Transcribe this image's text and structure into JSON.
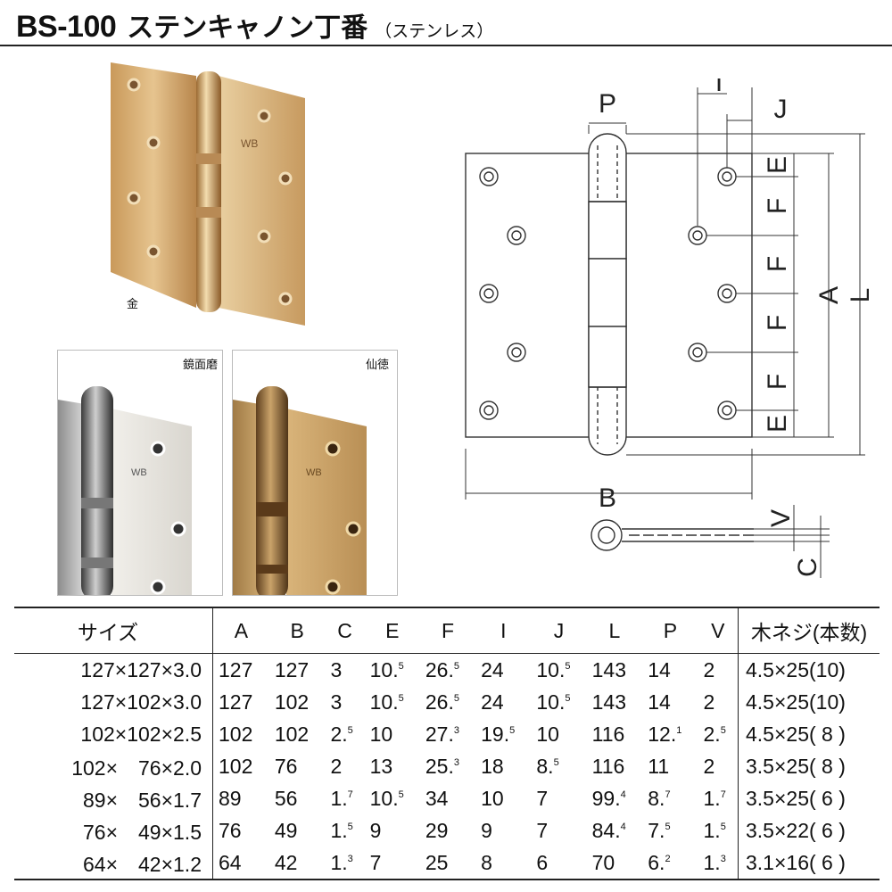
{
  "header": {
    "model": "BS-100",
    "name": "ステンキャノン丁番",
    "material": "（ステンレス）"
  },
  "photos": {
    "gold_label": "金",
    "mirror_label": "鏡面磨",
    "sentoku_label": "仙徳",
    "leaf_mark": "WB"
  },
  "drawing_labels": {
    "P": "P",
    "I": "I",
    "J": "J",
    "E": "E",
    "F": "F",
    "A": "A",
    "L": "L",
    "B": "B",
    "V": "V",
    "C": "C"
  },
  "table": {
    "headers": [
      "サイズ",
      "A",
      "B",
      "C",
      "E",
      "F",
      "I",
      "J",
      "L",
      "P",
      "V",
      "木ネジ(本数)"
    ],
    "rows": [
      [
        "127×127×3.0",
        "127",
        "127",
        "3",
        "10.5",
        "26.5",
        "24",
        "10.5",
        "143",
        "14",
        "2",
        "4.5×25(10)"
      ],
      [
        "127×102×3.0",
        "127",
        "102",
        "3",
        "10.5",
        "26.5",
        "24",
        "10.5",
        "143",
        "14",
        "2",
        "4.5×25(10)"
      ],
      [
        "102×102×2.5",
        "102",
        "102",
        "2.5",
        "10",
        "27.3",
        "19.5",
        "10",
        "116",
        "12.1",
        "2.5",
        "4.5×25( 8 )"
      ],
      [
        "102×　76×2.0",
        "102",
        "76",
        "2",
        "13",
        "25.3",
        "18",
        "8.5",
        "116",
        "11",
        "2",
        "3.5×25( 8 )"
      ],
      [
        "89×　56×1.7",
        "89",
        "56",
        "1.7",
        "10.5",
        "34",
        "10",
        "7",
        "99.4",
        "8.7",
        "1.7",
        "3.5×25( 6 )"
      ],
      [
        "76×　49×1.5",
        "76",
        "49",
        "1.5",
        "9",
        "29",
        "9",
        "7",
        "84.4",
        "7.5",
        "1.5",
        "3.5×22( 6 )"
      ],
      [
        "64×　42×1.2",
        "64",
        "42",
        "1.3",
        "7",
        "25",
        "8",
        "6",
        "70",
        "6.2",
        "1.3",
        "3.1×16( 6 )"
      ]
    ]
  }
}
